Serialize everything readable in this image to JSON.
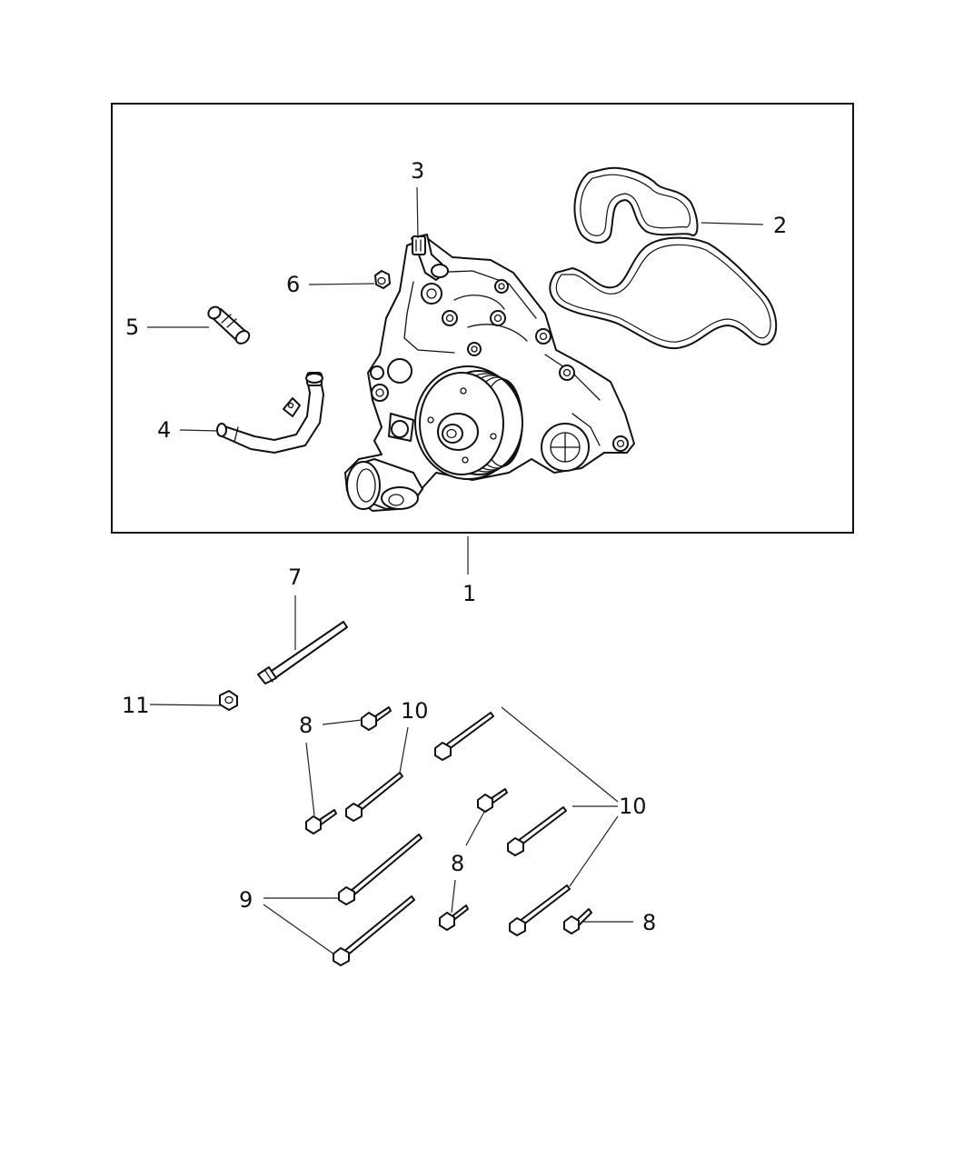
{
  "diagram": {
    "callouts": {
      "c1": "1",
      "c2": "2",
      "c3": "3",
      "c4": "4",
      "c5": "5",
      "c6": "6",
      "c7": "7",
      "c8a": "8",
      "c8b": "8",
      "c8c": "8",
      "c9": "9",
      "c10a": "10",
      "c10b": "10",
      "c11": "11"
    }
  }
}
